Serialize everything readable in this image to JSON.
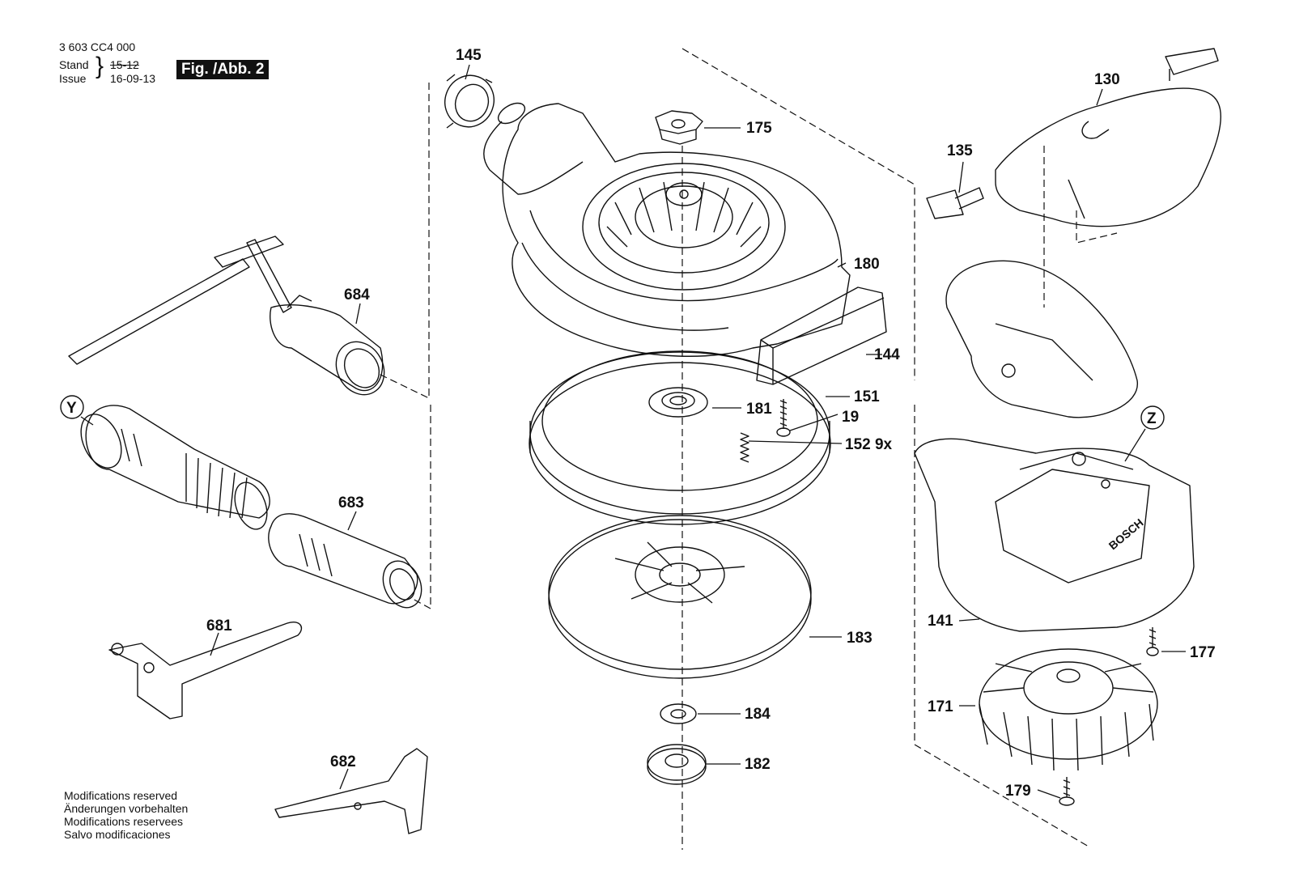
{
  "header": {
    "doc_number": "3 603 CC4 000",
    "stand_label": "Stand",
    "issue_label": "Issue",
    "stand_value": "15-12",
    "issue_value": "16-09-13",
    "figure_label": "Fig. /Abb. 2"
  },
  "footer": {
    "lines": [
      "Modifications reserved",
      "Änderungen vorbehalten",
      "Modifications reservees",
      "Salvo modificaciones"
    ]
  },
  "parts": {
    "p145": "145",
    "p175": "175",
    "p130": "130",
    "p135": "135",
    "p684": "684",
    "p180": "180",
    "p144": "144",
    "p151": "151",
    "p181": "181",
    "p19": "19",
    "p152": "152 9x",
    "pY": "Y",
    "pZ": "Z",
    "p683": "683",
    "p681": "681",
    "p183": "183",
    "p141": "141",
    "p177": "177",
    "p171": "171",
    "p184": "184",
    "p182": "182",
    "p682": "682",
    "p179": "179"
  },
  "brand_text": "BOSCH"
}
